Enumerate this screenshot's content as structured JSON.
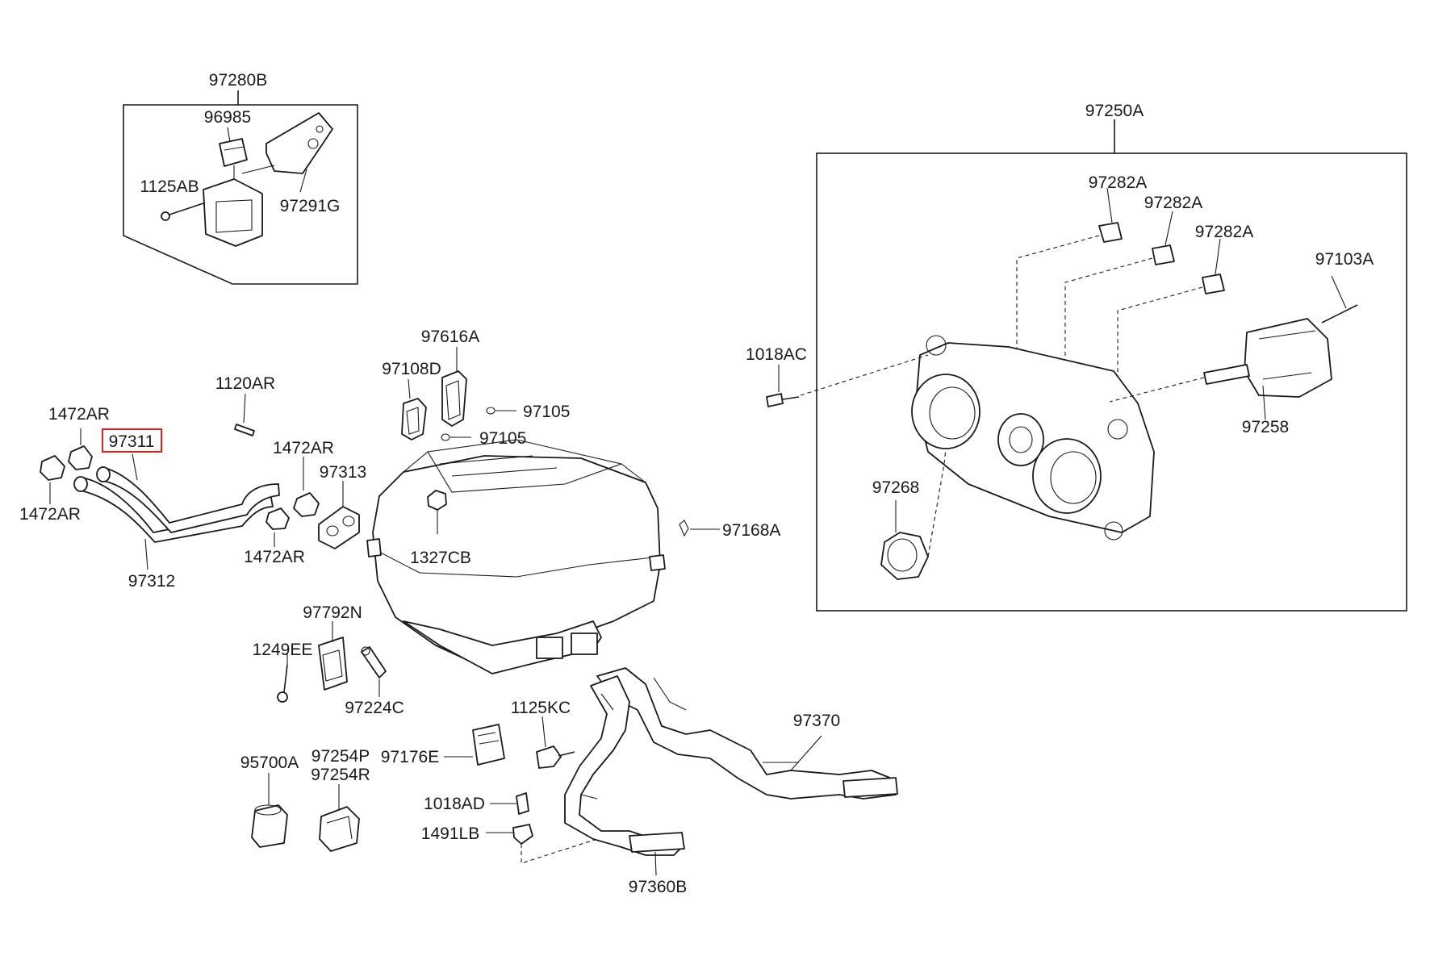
{
  "highlight_color": "#e02020",
  "callouts": {
    "c97280B": "97280B",
    "c96985": "96985",
    "c1125AB": "1125AB",
    "c97291G": "97291G",
    "c97250A": "97250A",
    "c97282A_1": "97282A",
    "c97282A_2": "97282A",
    "c97282A_3": "97282A",
    "c97103A": "97103A",
    "c1018AC": "1018AC",
    "c97258": "97258",
    "c97268": "97268",
    "c97616A": "97616A",
    "c97108D": "97108D",
    "c97105_1": "97105",
    "c97105_2": "97105",
    "c1120AR": "1120AR",
    "c1472AR_1": "1472AR",
    "c97311": "97311",
    "c1472AR_2": "1472AR",
    "c1472AR_3": "1472AR",
    "c97313": "97313",
    "c1472AR_4": "1472AR",
    "c97312": "97312",
    "c1327CB": "1327CB",
    "c97168A": "97168A",
    "c97792N": "97792N",
    "c1249EE": "1249EE",
    "c97224C": "97224C",
    "c1125KC": "1125KC",
    "c97370": "97370",
    "c97176E": "97176E",
    "c95700A": "95700A",
    "c97254P": "97254P",
    "c97254R": "97254R",
    "c1018AD": "1018AD",
    "c1491LB": "1491LB",
    "c97360B": "97360B"
  }
}
